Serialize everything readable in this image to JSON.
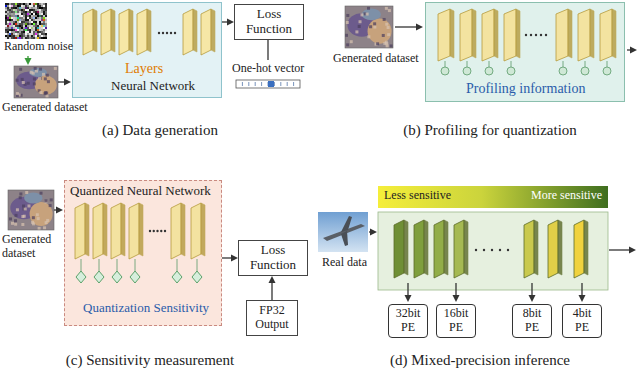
{
  "diagram": {
    "nodes": [
      {
        "text": [
          "Layers",
          "Neural Network"
        ]
      },
      {
        "text": [
          "Loss Function"
        ]
      },
      {
        "text": [
          "Profiling information"
        ]
      },
      {
        "text": [
          "Quantized Neural Network",
          "Quantization Sensitivity"
        ]
      },
      {
        "text": [
          "Loss Function"
        ]
      },
      {
        "text": [
          "FP32 Output"
        ]
      },
      {
        "text": [
          "Less sensitive",
          "More sensitive"
        ]
      },
      {
        "text": [
          "32bit PE"
        ]
      },
      {
        "text": [
          "16bit PE"
        ]
      },
      {
        "text": [
          "8bit PE"
        ]
      },
      {
        "text": [
          "4bit PE"
        ]
      }
    ],
    "edges": [
      {
        "from": 0,
        "to": 1,
        "arrow": "to"
      },
      {
        "from": 3,
        "to": 4,
        "arrow": "to"
      },
      {
        "from": 5,
        "to": 4,
        "arrow": "to"
      }
    ],
    "labels": [
      "Random noise",
      "Generated dataset",
      "One-hot vector",
      "(a) Data generation",
      "Generated dataset",
      "(b) Profiling for quantization",
      "Generated dataset",
      "(c) Sensitivity measurement",
      "Real data",
      "(d) Mixed-precision inference"
    ]
  }
}
